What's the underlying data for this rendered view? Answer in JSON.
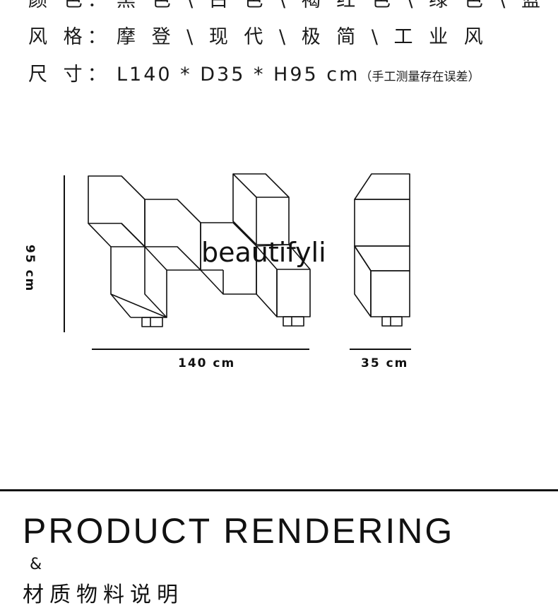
{
  "specs": {
    "color": {
      "label": "颜 色：",
      "value": "黑 色 \\ 白 色 \\ 褐 红 色 \\ 绿 色 \\ 蓝 色"
    },
    "style": {
      "label": "风 格：",
      "value": "摩 登 \\ 现 代 \\ 极 简 \\ 工 业 风"
    },
    "size": {
      "label": "尺 寸：",
      "value": "L140 * D35 * H95 cm",
      "note": "（手工测量存在误差）"
    }
  },
  "dimensions": {
    "height": "95 cm",
    "width": "140 cm",
    "depth": "35 cm"
  },
  "watermark": "beautifyli",
  "section": {
    "title": "PRODUCT RENDERING",
    "ampersand": "&",
    "subtitle": "材质物料说明"
  }
}
